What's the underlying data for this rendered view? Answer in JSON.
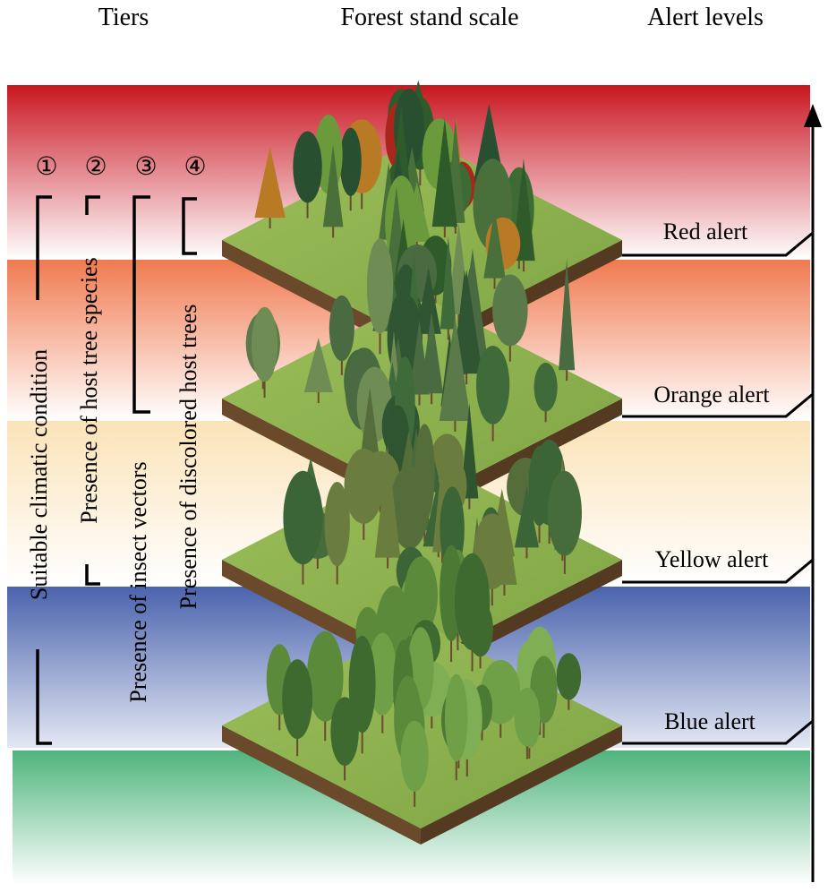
{
  "headers": {
    "tiers": "Tiers",
    "scale": "Forest stand scale",
    "alerts": "Alert levels"
  },
  "tiers": [
    {
      "number": "①",
      "label": "Suitable climatic condition"
    },
    {
      "number": "②",
      "label": "Presence of host tree species"
    },
    {
      "number": "③",
      "label": "Presence of insect vectors"
    },
    {
      "number": "④",
      "label": "Presence of discolored host trees"
    }
  ],
  "alert_levels": [
    {
      "label": "Red alert",
      "color": "#c8161d"
    },
    {
      "label": "Orange alert",
      "color": "#f07a50"
    },
    {
      "label": "Yellow alert",
      "color": "#fbe3b8"
    },
    {
      "label": "Blue alert",
      "color": "#4a63ad"
    }
  ],
  "base_band_color": "#4fb47c",
  "arrow": {
    "direction": "up"
  }
}
